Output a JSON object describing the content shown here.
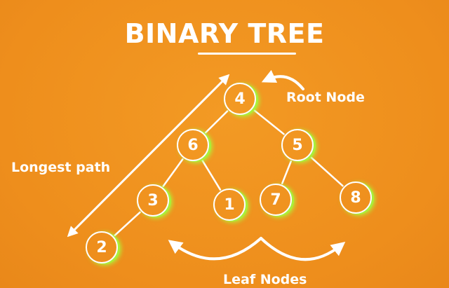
{
  "title": "BINARY TREE",
  "labels": {
    "root": "Root Node",
    "longest_path": "Longest path",
    "leaf": "Leaf Nodes"
  },
  "tree": {
    "root": "4",
    "nodes": [
      {
        "id": "n4",
        "value": "4"
      },
      {
        "id": "n6",
        "value": "6"
      },
      {
        "id": "n5",
        "value": "5"
      },
      {
        "id": "n3",
        "value": "3"
      },
      {
        "id": "n1",
        "value": "1"
      },
      {
        "id": "n7",
        "value": "7"
      },
      {
        "id": "n8",
        "value": "8"
      },
      {
        "id": "n2",
        "value": "2"
      }
    ],
    "edges": [
      [
        "4",
        "6"
      ],
      [
        "4",
        "5"
      ],
      [
        "6",
        "3"
      ],
      [
        "6",
        "1"
      ],
      [
        "5",
        "7"
      ],
      [
        "5",
        "8"
      ],
      [
        "3",
        "2"
      ]
    ]
  },
  "colors": {
    "background": "#f0921f",
    "line": "#ffffff",
    "node_glow": "#a8f03a"
  }
}
